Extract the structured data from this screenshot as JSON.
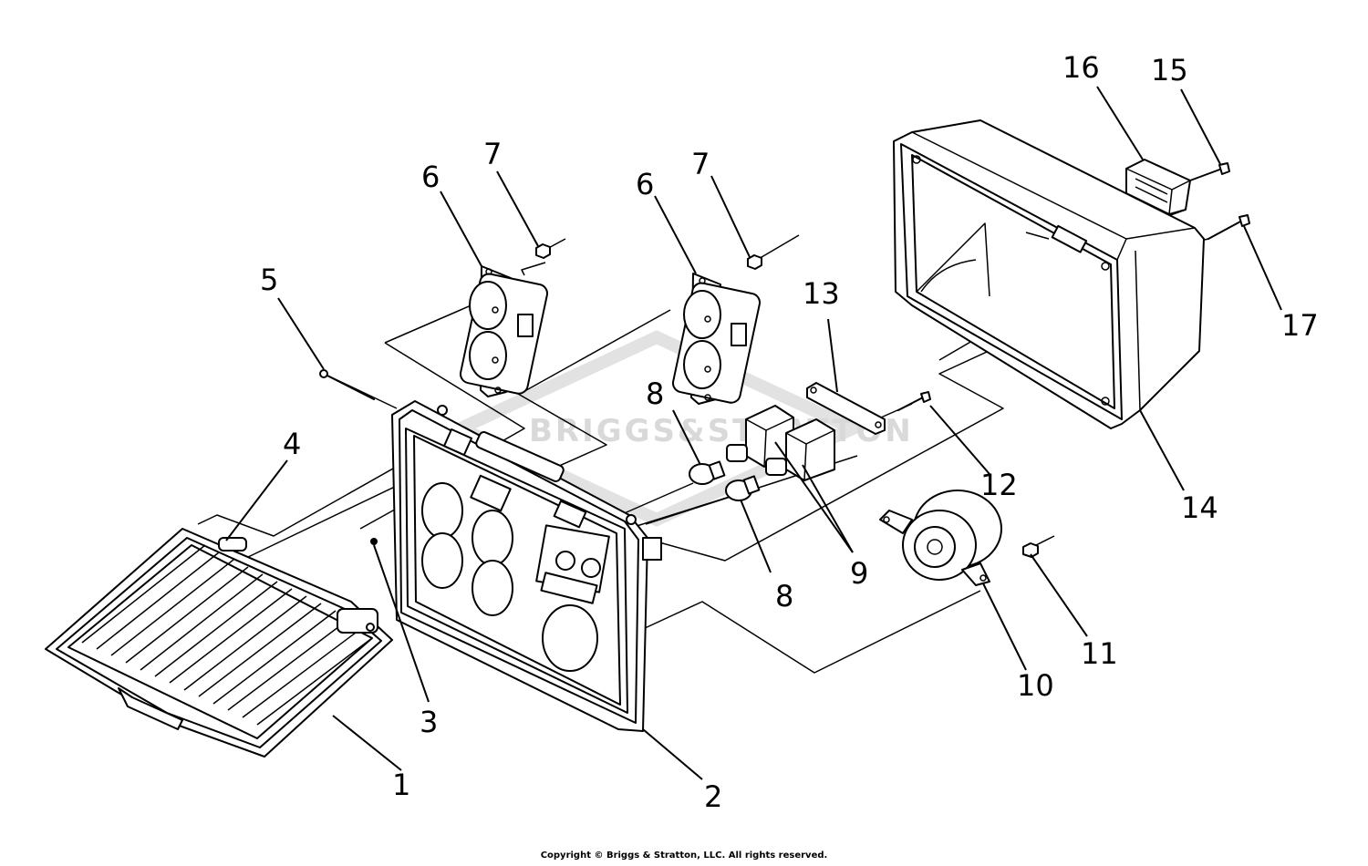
{
  "watermark": "BRIGGS&STRATTON",
  "copyright": "Copyright © Briggs & Stratton, LLC. All rights reserved.",
  "callouts": {
    "c1": "1",
    "c2": "2",
    "c3": "3",
    "c4": "4",
    "c5": "5",
    "c6a": "6",
    "c6b": "6",
    "c7a": "7",
    "c7b": "7",
    "c8a": "8",
    "c8b": "8",
    "c9": "9",
    "c10": "10",
    "c11": "11",
    "c12": "12",
    "c13": "13",
    "c14": "14",
    "c15": "15",
    "c16": "16",
    "c17": "17"
  }
}
